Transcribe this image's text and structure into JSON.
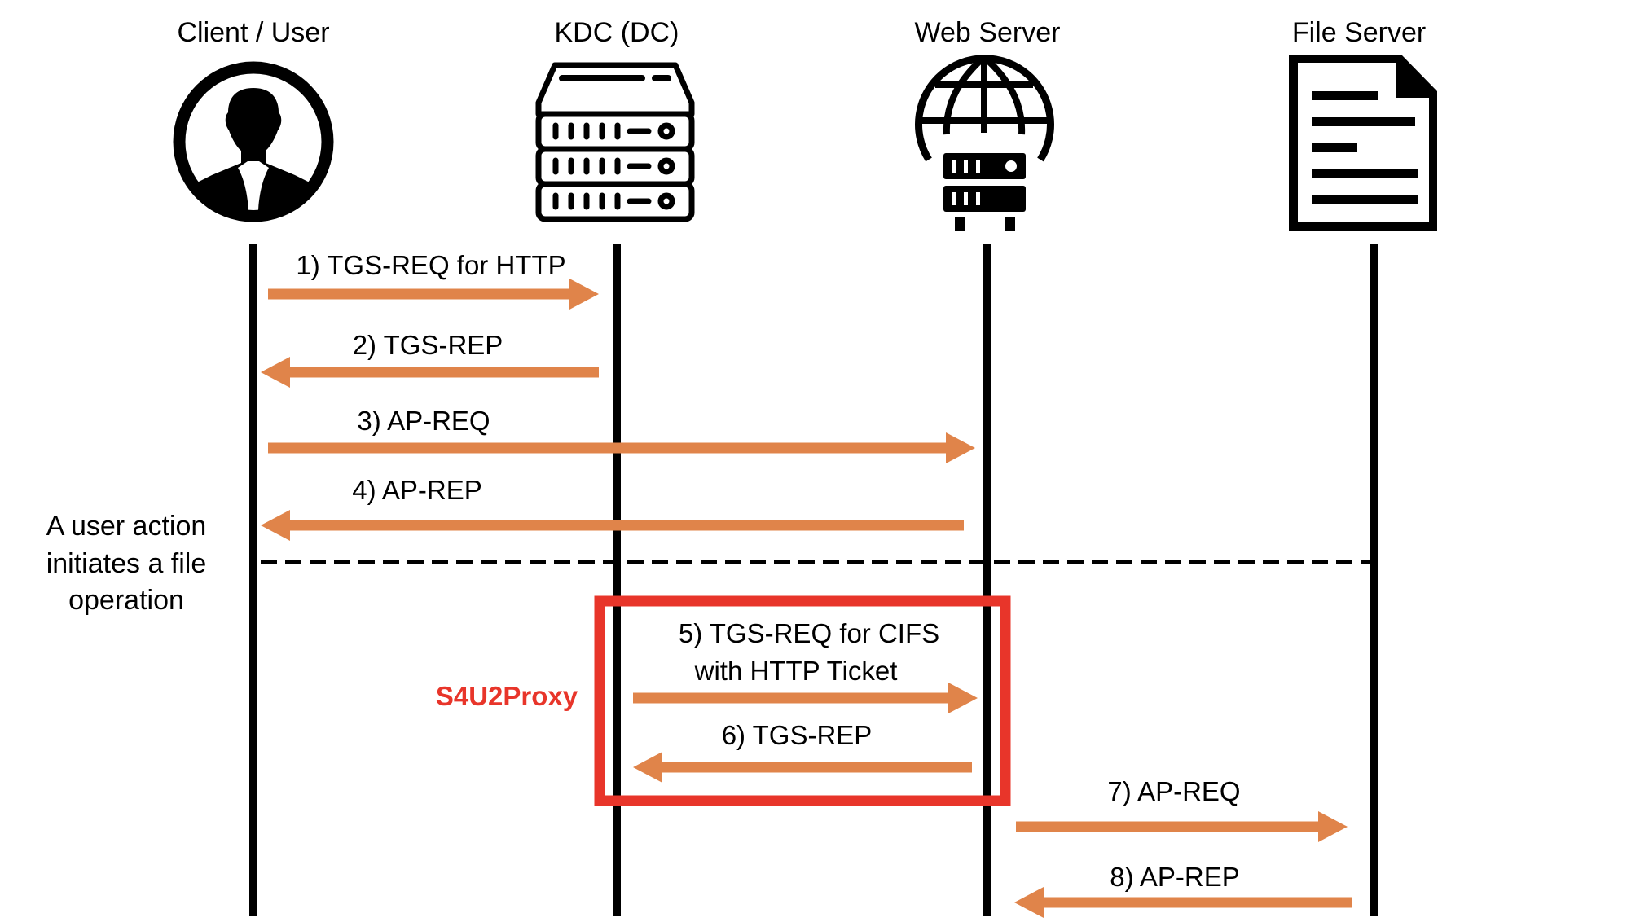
{
  "diagram": {
    "type": "sequence-diagram",
    "colors": {
      "arrow": "#e0844a",
      "lifeline": "#000000",
      "highlight_box": "#e8352a",
      "highlight_label": "#e8352a"
    },
    "participants": [
      {
        "id": "client",
        "label": "Client / User",
        "icon": "user-icon"
      },
      {
        "id": "kdc",
        "label": "KDC (DC)",
        "icon": "server-stack-icon"
      },
      {
        "id": "web",
        "label": "Web Server",
        "icon": "web-server-globe-icon"
      },
      {
        "id": "file",
        "label": "File Server",
        "icon": "document-icon"
      }
    ],
    "messages": [
      {
        "step": 1,
        "from": "client",
        "to": "kdc",
        "lines": [
          "1) TGS-REQ for HTTP"
        ]
      },
      {
        "step": 2,
        "from": "kdc",
        "to": "client",
        "lines": [
          "2) TGS-REP"
        ]
      },
      {
        "step": 3,
        "from": "client",
        "to": "web",
        "lines": [
          "3) AP-REQ"
        ]
      },
      {
        "step": 4,
        "from": "web",
        "to": "client",
        "lines": [
          "4) AP-REP"
        ]
      },
      {
        "step": 5,
        "from": "kdc",
        "to": "web",
        "lines": [
          "5) TGS-REQ for CIFS",
          "with HTTP Ticket"
        ]
      },
      {
        "step": 6,
        "from": "web",
        "to": "kdc",
        "lines": [
          "6) TGS-REP"
        ]
      },
      {
        "step": 7,
        "from": "web",
        "to": "file",
        "lines": [
          "7) AP-REQ"
        ]
      },
      {
        "step": 8,
        "from": "file",
        "to": "web",
        "lines": [
          "8) AP-REP"
        ]
      }
    ],
    "separator": {
      "lines": [
        "A user action",
        "initiates a file",
        "operation"
      ]
    },
    "highlight": {
      "label": "S4U2Proxy",
      "covers_steps": [
        5,
        6
      ]
    }
  }
}
